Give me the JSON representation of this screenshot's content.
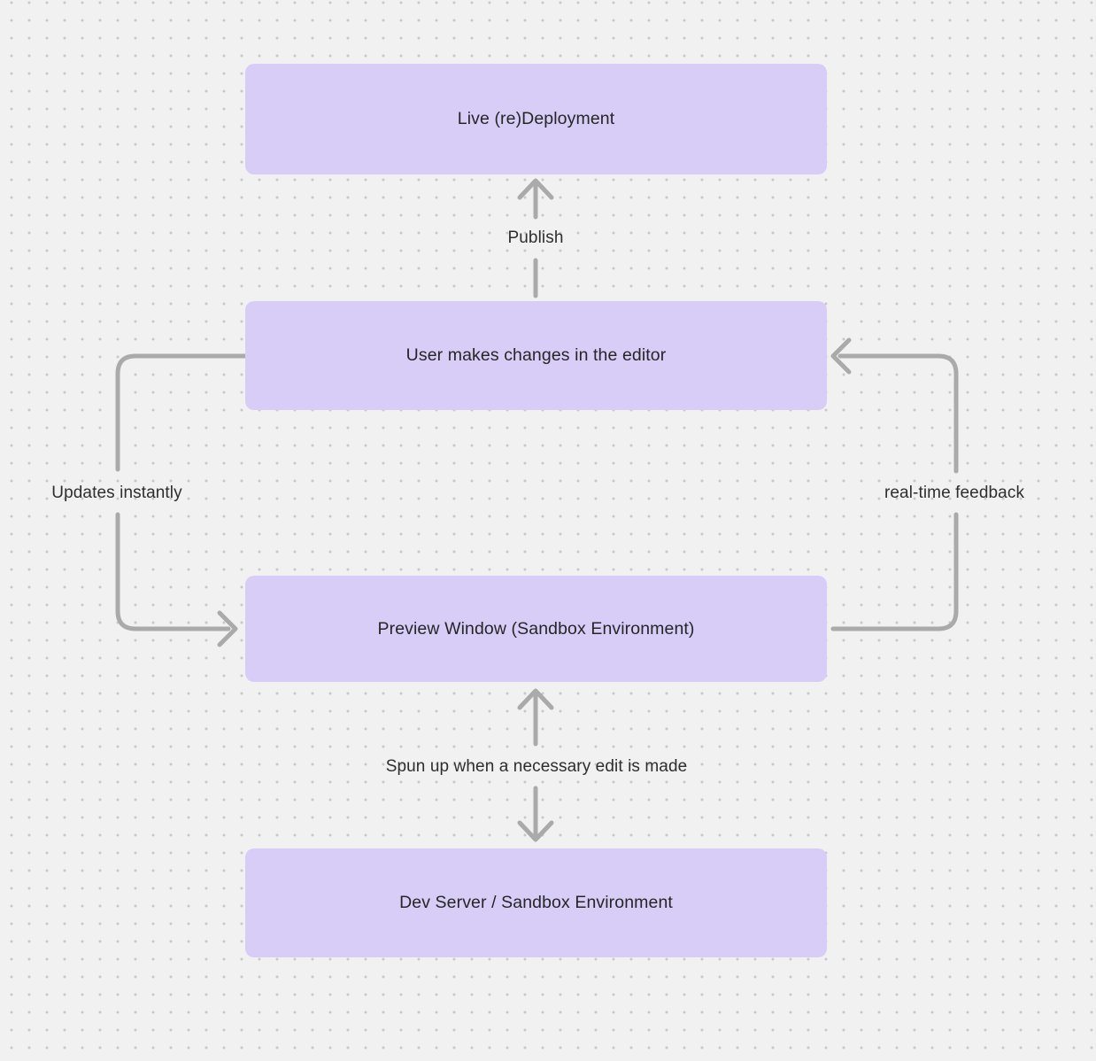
{
  "diagram": {
    "nodes": [
      {
        "id": "live-deployment",
        "label": "Live (re)Deployment"
      },
      {
        "id": "editor",
        "label": "User makes changes in the editor"
      },
      {
        "id": "preview",
        "label": "Preview Window (Sandbox Environment)"
      },
      {
        "id": "dev-server",
        "label": "Dev Server / Sandbox Environment"
      }
    ],
    "edges": [
      {
        "from": "editor",
        "to": "live-deployment",
        "label": "Publish",
        "direction": "up"
      },
      {
        "from": "editor",
        "to": "preview",
        "label": "Updates instantly",
        "direction": "left-loop-down"
      },
      {
        "from": "preview",
        "to": "editor",
        "label": "real-time feedback",
        "direction": "right-loop-up"
      },
      {
        "from": "preview",
        "to": "dev-server",
        "label": "Spun up when a necessary edit is made",
        "direction": "bidirectional"
      }
    ],
    "colors": {
      "node_fill": "#d8cdf7",
      "node_text": "#262626",
      "arrow": "#aaaaaa",
      "label_text": "#2e2e2e",
      "canvas_bg": "#f2f1f1",
      "dot": "#c7c7c7"
    }
  }
}
